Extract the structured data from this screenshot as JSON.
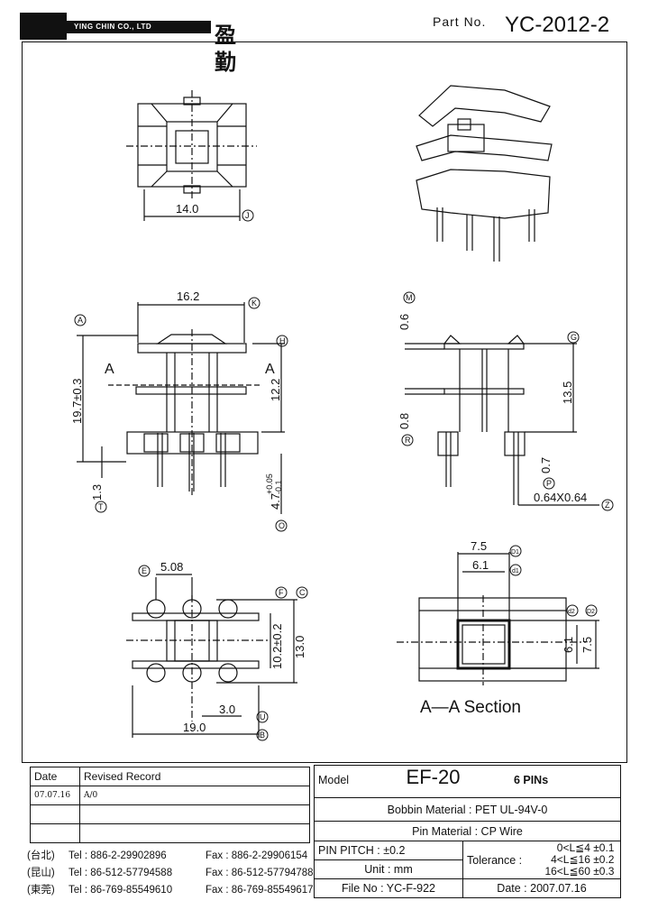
{
  "header": {
    "company_en": "YING CHIN CO., LTD",
    "company_cn": "盈勤",
    "part_no_label": "Part  No.",
    "part_no": "YC-2012-2"
  },
  "dimensions": {
    "top_width": "14.0",
    "flange_width": "16.2",
    "height": "19.7±0.3",
    "body_height": "12.2",
    "pin_length": "4.7",
    "pin_tol_plus": "+0.05",
    "pin_tol_minus": "-0.1",
    "standoff": "1.3",
    "flange_thickness_top": "0.6",
    "flange_thickness_mid": "0.8",
    "window_height": "13.5",
    "pin_stub": "0.7",
    "pin_size": "0.64X0.64",
    "pin_pitch": "5.08",
    "inner_width": "10.2±0.2",
    "outer_width": "13.0",
    "total_length": "19.0",
    "pin_offset": "3.0",
    "section_outer": "7.5",
    "section_inner": "6.1",
    "section_h_outer": "7.5",
    "section_h_inner": "6.1",
    "section_label": "A—A  Section",
    "cut_mark": "A"
  },
  "callouts": [
    "J",
    "K",
    "A",
    "H",
    "T",
    "O",
    "M",
    "G",
    "R",
    "P",
    "Z",
    "E",
    "F",
    "C",
    "U",
    "B",
    "D1",
    "d1",
    "d2",
    "D2"
  ],
  "record": {
    "date_header": "Date",
    "revised_header": "Revised  Record",
    "rows": [
      {
        "date": "07.07.16",
        "record": "A/0"
      },
      {
        "date": "",
        "record": ""
      },
      {
        "date": "",
        "record": ""
      }
    ]
  },
  "contacts": [
    {
      "city": "(台北)",
      "tel": "Tel : 886-2-29902896",
      "fax": "Fax : 886-2-29906154"
    },
    {
      "city": "(昆山)",
      "tel": "Tel : 86-512-57794588",
      "fax": "Fax : 86-512-57794788"
    },
    {
      "city": "(東莞)",
      "tel": "Tel : 86-769-85549610",
      "fax": "Fax : 86-769-85549617"
    }
  ],
  "spec": {
    "model_label": "Model",
    "model": "EF-20",
    "pins": "6 PINs",
    "bobbin_material": "Bobbin  Material : PET   UL-94V-0",
    "pin_material": "Pin  Material : CP  Wire",
    "pin_pitch_label": "PIN  PITCH :",
    "pin_pitch": "±0.2",
    "unit_label": "Unit :",
    "unit": "mm",
    "tolerance_label": "Tolerance :",
    "tol_rows": [
      "0<L≦4    ±0.1",
      "4<L≦16  ±0.2",
      "16<L≦60  ±0.3"
    ],
    "file_no": "File  No : YC-F-922",
    "date": "Date : 2007.07.16"
  }
}
